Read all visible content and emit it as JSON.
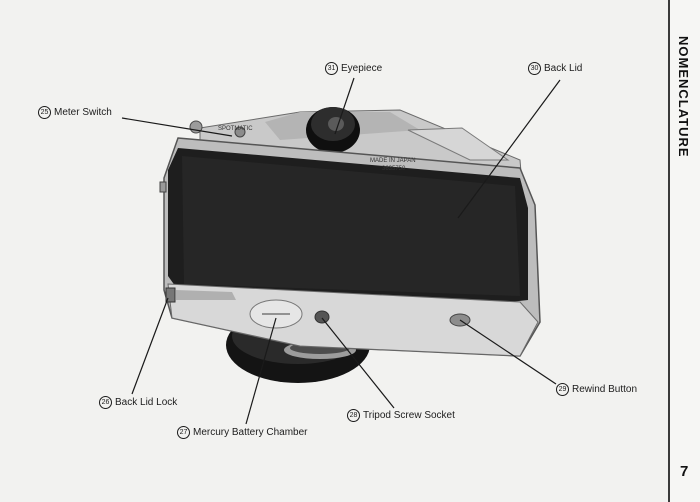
{
  "side_tab": {
    "title": "NOMENCLATURE"
  },
  "page_number": "7",
  "camera": {
    "brand_mark": "SPOTMATIC",
    "made_in": "MADE IN JAPAN",
    "serial": "3635750"
  },
  "callouts": [
    {
      "number": "31",
      "label": "Eyepiece"
    },
    {
      "number": "30",
      "label": "Back Lid"
    },
    {
      "number": "25",
      "label": "Meter Switch"
    },
    {
      "number": "29",
      "label": "Rewind Button"
    },
    {
      "number": "26",
      "label": "Back Lid Lock"
    },
    {
      "number": "28",
      "label": "Tripod Screw Socket"
    },
    {
      "number": "27",
      "label": "Mercury Battery Chamber"
    }
  ]
}
